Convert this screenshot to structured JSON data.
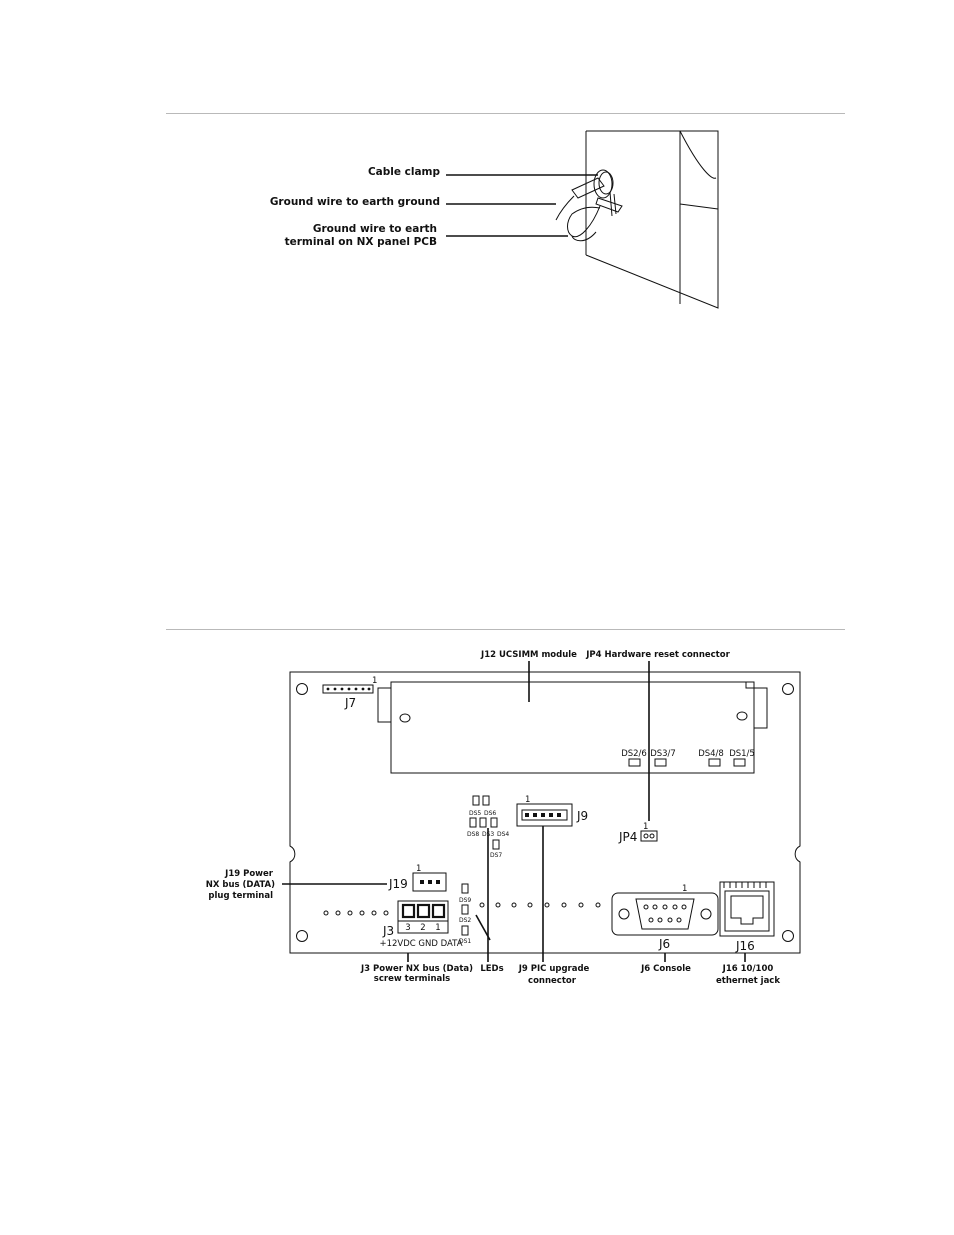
{
  "figure_top": {
    "labels": {
      "cable_clamp": "Cable clamp",
      "ground_earth": "Ground wire to earth ground",
      "ground_terminal_1": "Ground wire to earth",
      "ground_terminal_2": "terminal on NX panel PCB"
    }
  },
  "figure_bottom": {
    "callouts": {
      "j12": "J12 UCSIMM module",
      "jp4": "JP4 Hardware reset connector",
      "j19_1": "J19 Power",
      "j19_2": "NX bus (DATA)",
      "j19_3": "plug terminal",
      "j3_1": "J3 Power NX bus (Data)",
      "j3_2": "screw terminals",
      "leds": "LEDs",
      "j9_1": "J9 PIC upgrade",
      "j9_2": "connector",
      "j6": "J6 Console",
      "j16_1": "J16 10/100",
      "j16_2": "ethernet jack"
    },
    "board": {
      "j7": "J7",
      "j9": "J9",
      "jp4": "JP4",
      "j19": "J19",
      "j3": "J3",
      "j6": "J6",
      "j16": "J16",
      "pin1": "1",
      "ds26": "DS2/6",
      "ds37": "DS3/7",
      "ds48": "DS4/8",
      "ds15": "DS1/5",
      "ds5": "DS5",
      "ds6": "DS6",
      "ds8": "DS8",
      "ds3": "DS3",
      "ds4": "DS4",
      "ds7": "DS7",
      "ds9": "DS9",
      "ds2": "DS2",
      "ds1": "DS1",
      "t3": "3",
      "t2": "2",
      "t1": "1",
      "terminal_legend": "+12VDC GND DATA"
    }
  }
}
